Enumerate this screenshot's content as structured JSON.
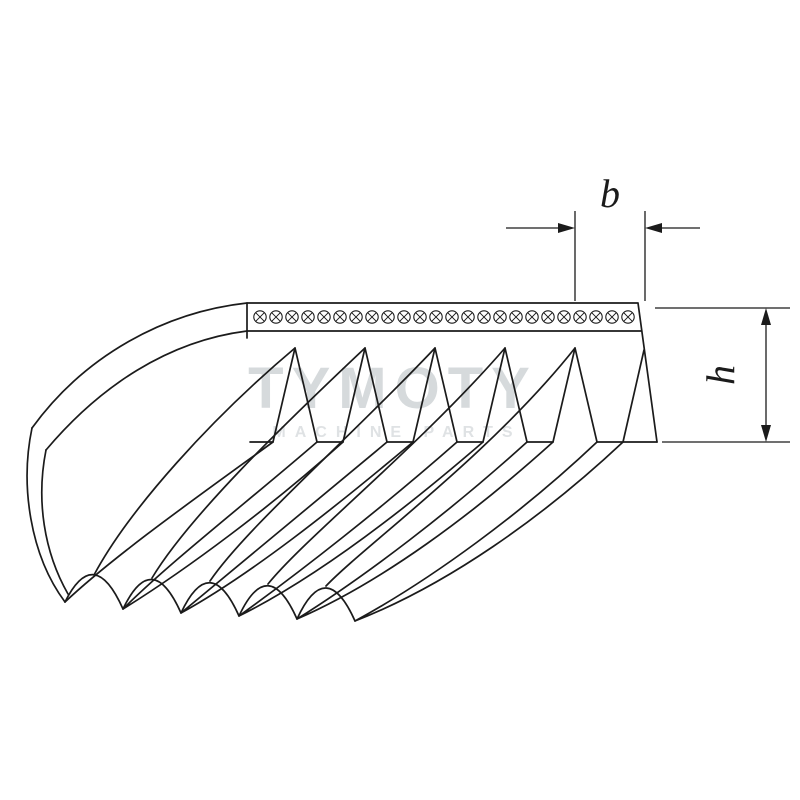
{
  "diagram": {
    "subject": "poly-v-ribbed-belt-profile",
    "dimensions": {
      "width_label": "b",
      "height_label": "h"
    },
    "watermark": {
      "line1": "TYMOTY",
      "line2": "MACHINE PARTS"
    },
    "colors": {
      "line": "#1b1b1b",
      "watermark_primary": "#d6dadc",
      "watermark_secondary": "#dfe2e4",
      "background": "#ffffff"
    }
  }
}
